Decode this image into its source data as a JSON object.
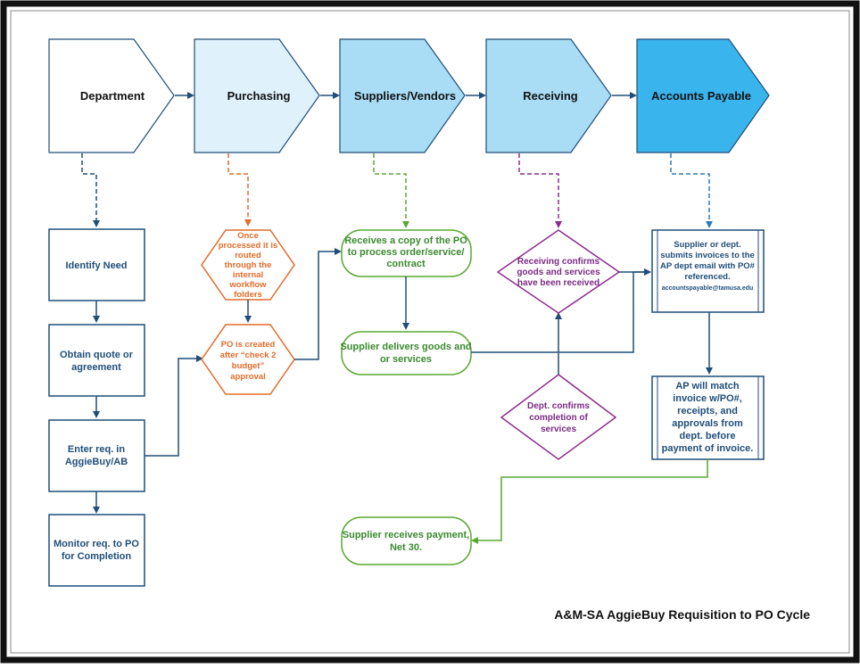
{
  "title": "A&M-SA AggieBuy Requisition to PO Cycle",
  "stages": [
    {
      "label": "Department",
      "color": "#ffffff"
    },
    {
      "label": "Purchasing",
      "color": "#dff1fb"
    },
    {
      "label": "Suppliers/Vendors",
      "color": "#a9dcf5"
    },
    {
      "label": "Receiving",
      "color": "#a9dcf5"
    },
    {
      "label": "Accounts Payable",
      "color": "#3ab4ec"
    }
  ],
  "department": {
    "identify": "Identify Need",
    "obtain": [
      "Obtain quote or",
      "agreement"
    ],
    "enter": [
      "Enter req. in",
      "AggieBuy/AB"
    ],
    "monitor": [
      "Monitor req. to PO",
      "for Completion"
    ]
  },
  "purchasing": {
    "routed": [
      "Once",
      "processed it is",
      "routed",
      "through the",
      "internal",
      "workflow",
      "folders"
    ],
    "created": [
      "PO is created",
      "after “check 2",
      "budget”",
      "approval"
    ]
  },
  "suppliers": {
    "receives": [
      "Receives a copy of the PO",
      "to process order/service/",
      "contract"
    ],
    "delivers": [
      "Supplier delivers goods and",
      "or services"
    ],
    "payment": [
      "Supplier receives payment,",
      "Net 30."
    ]
  },
  "receiving": {
    "confirms": [
      "Receiving confirms",
      "goods and services",
      "have been received"
    ],
    "dept": [
      "Dept. confirms",
      "completion of",
      "services"
    ]
  },
  "ap": {
    "submit": [
      "Supplier or dept.",
      "submits invoices to the",
      "AP dept email with PO#",
      "referenced."
    ],
    "email": "accountspayable@tamusa.edu",
    "match": [
      "AP will match",
      "invoice w/PO#,",
      "receipts, and",
      "approvals from",
      "dept. before",
      "payment of invoice."
    ]
  },
  "colors": {
    "border_dark": "#1f4e79",
    "orange": "#e26b2a",
    "green": "#5aa832",
    "purple": "#8e2c8e",
    "ap_blue": "#3ab4ec"
  }
}
